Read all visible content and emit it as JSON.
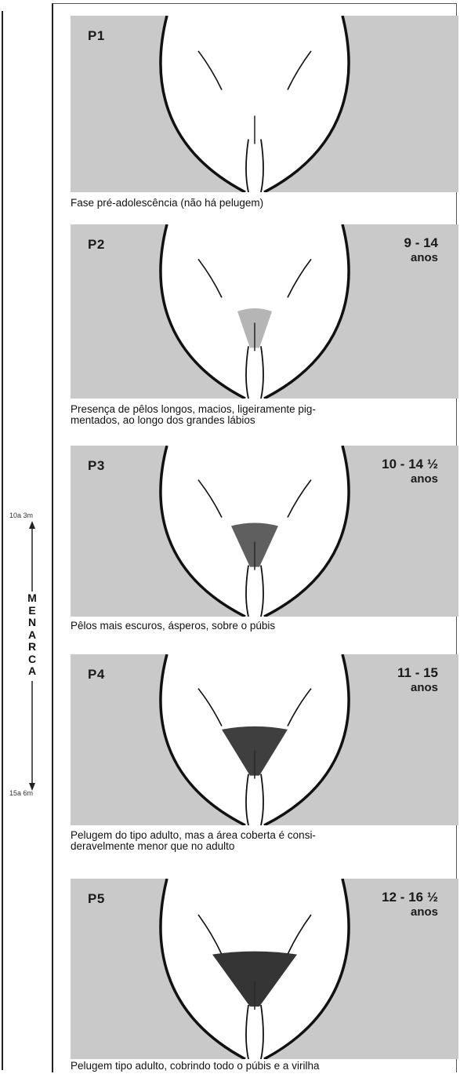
{
  "stages": [
    {
      "label": "P1",
      "age_range": "",
      "age_unit": "",
      "caption": "Fase pré-adolescência (não há pelugem)",
      "hair_level": 0
    },
    {
      "label": "P2",
      "age_range": "9 - 14",
      "age_unit": "anos",
      "caption": "Presença de pêlos longos, macios, ligeiramente pig-\nmentados, ao longo dos grandes lábios",
      "hair_level": 1
    },
    {
      "label": "P3",
      "age_range": "10 - 14 ½",
      "age_unit": "anos",
      "caption": "Pêlos mais escuros, ásperos, sobre o púbis",
      "hair_level": 2
    },
    {
      "label": "P4",
      "age_range": "11 - 15",
      "age_unit": "anos",
      "caption": "Pelugem do tipo adulto, mas a área coberta é consi-\nderavelmente menor que no adulto",
      "hair_level": 3
    },
    {
      "label": "P5",
      "age_range": "12 - 16 ½",
      "age_unit": "anos",
      "caption": "Pelugem tipo adulto, cobrindo todo o púbis e a virilha",
      "hair_level": 4
    }
  ],
  "menarca": {
    "letters": [
      "M",
      "E",
      "N",
      "A",
      "R",
      "C",
      "A"
    ],
    "top_label": "10a 3m",
    "bottom_label": "15a 6m"
  },
  "colors": {
    "panel_bg": "#c9c9c9",
    "body_fill": "#ffffff",
    "outline": "#111111",
    "hair": "#2a2a2a"
  }
}
